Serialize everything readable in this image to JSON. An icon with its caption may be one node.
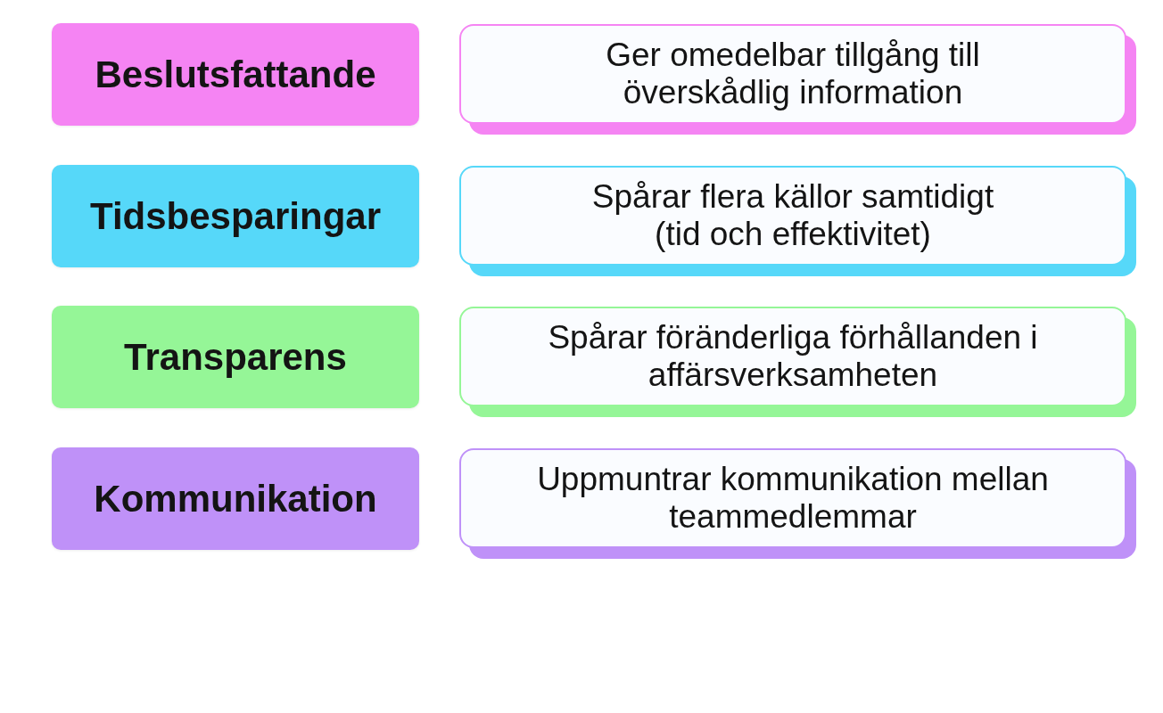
{
  "diagram": {
    "nodes": [
      {
        "text": [
          "Beslutsfattande"
        ]
      },
      {
        "text": [
          "Ger omedelbar tillgång till överskådlig information"
        ]
      },
      {
        "text": [
          "Tidsbesparingar"
        ]
      },
      {
        "text": [
          "Spårar flera källor samtidigt (tid och effektivitet)"
        ]
      },
      {
        "text": [
          "Transparens"
        ]
      },
      {
        "text": [
          "Spårar föränderliga förhållanden i affärsverksamheten"
        ]
      },
      {
        "text": [
          "Kommunikation"
        ]
      },
      {
        "text": [
          "Uppmuntrar kommunikation mellan teammedlemmar"
        ]
      }
    ]
  }
}
